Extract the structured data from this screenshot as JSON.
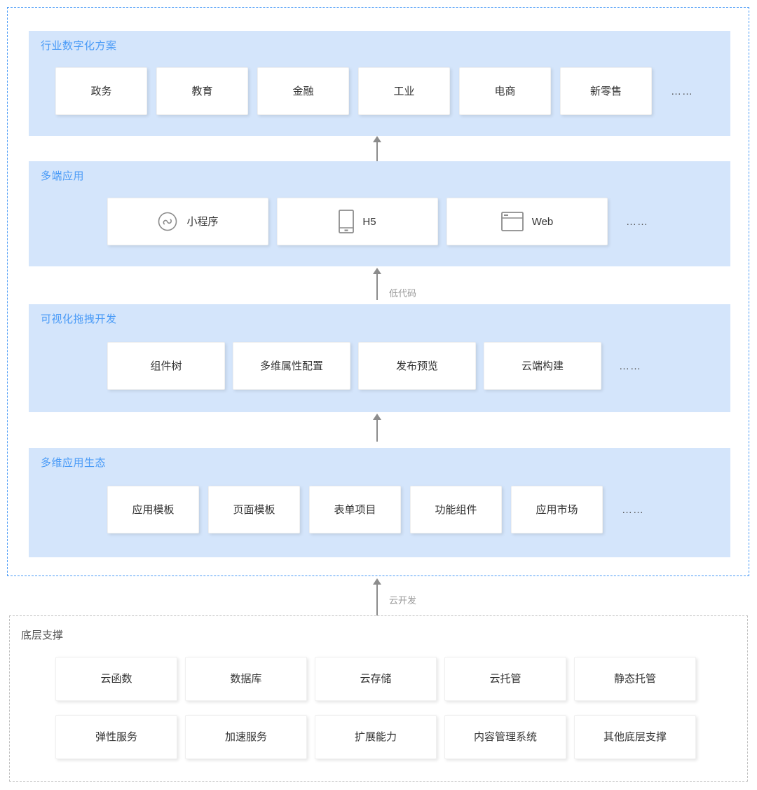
{
  "diagram": {
    "title_semantic": "cloud-low-code-platform-architecture",
    "accent_blue": "#4a9bf7",
    "panel_blue": "#d4e5fb",
    "card_white": "#ffffff",
    "arrow_gray": "#8c8c8c",
    "dashed_blue": "#4a9bf7",
    "dashed_gray": "#bfbfbf",
    "ellipsis_glyph": "……"
  },
  "layers": [
    {
      "id": "industry-digital-solution",
      "title": "行业数字化方案",
      "has_ellipsis": true,
      "cards": [
        {
          "label": "政务",
          "icon": null
        },
        {
          "label": "教育",
          "icon": null
        },
        {
          "label": "金融",
          "icon": null
        },
        {
          "label": "工业",
          "icon": null
        },
        {
          "label": "电商",
          "icon": null
        },
        {
          "label": "新零售",
          "icon": null
        }
      ]
    },
    {
      "id": "multi-end-application",
      "title": "多端应用",
      "has_ellipsis": true,
      "cards": [
        {
          "label": "小程序",
          "icon": "mini-program-icon"
        },
        {
          "label": "H5",
          "icon": "mobile-phone-icon"
        },
        {
          "label": "Web",
          "icon": "browser-window-icon"
        }
      ]
    },
    {
      "id": "visual-drag-development",
      "title": "可视化拖拽开发",
      "has_ellipsis": true,
      "cards": [
        {
          "label": "组件树",
          "icon": null
        },
        {
          "label": "多维属性配置",
          "icon": null
        },
        {
          "label": "发布预览",
          "icon": null
        },
        {
          "label": "云端构建",
          "icon": null
        }
      ]
    },
    {
      "id": "multi-dimension-app-ecosystem",
      "title": "多维应用生态",
      "has_ellipsis": true,
      "cards": [
        {
          "label": "应用模板",
          "icon": null
        },
        {
          "label": "页面模板",
          "icon": null
        },
        {
          "label": "表单项目",
          "icon": null
        },
        {
          "label": "功能组件",
          "icon": null
        },
        {
          "label": "应用市场",
          "icon": null
        }
      ]
    }
  ],
  "arrows": [
    {
      "id": "arrow-solution-from-multiend",
      "label": ""
    },
    {
      "id": "arrow-multiend-from-visual",
      "label": "低代码"
    },
    {
      "id": "arrow-visual-from-ecosystem",
      "label": ""
    },
    {
      "id": "arrow-platform-from-foundation",
      "label": "云开发"
    }
  ],
  "foundation": {
    "id": "foundation-support",
    "title": "底层支撑",
    "rows": [
      [
        {
          "label": "云函数"
        },
        {
          "label": "数据库"
        },
        {
          "label": "云存储"
        },
        {
          "label": "云托管"
        },
        {
          "label": "静态托管"
        }
      ],
      [
        {
          "label": "弹性服务"
        },
        {
          "label": "加速服务"
        },
        {
          "label": "扩展能力"
        },
        {
          "label": "内容管理系统"
        },
        {
          "label": "其他底层支撑"
        }
      ]
    ]
  }
}
